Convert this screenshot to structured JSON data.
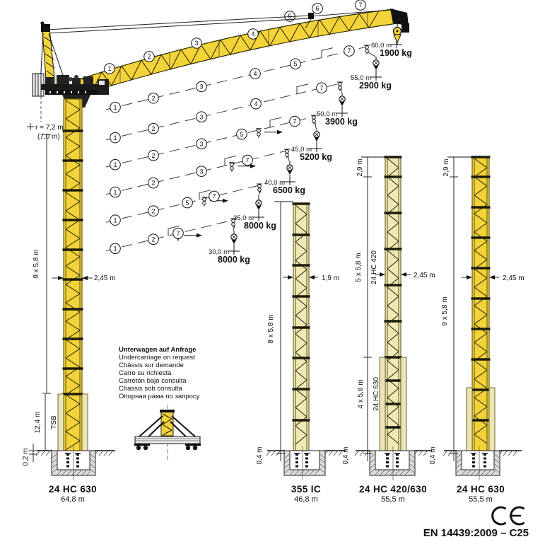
{
  "crane": {
    "radius_label": "r = 7,2 m",
    "radius_alt_label": "(7,0 m)"
  },
  "jib_sections": [
    "1",
    "2",
    "3",
    "4",
    "5",
    "6",
    "7"
  ],
  "radii": [
    {
      "radius": "60,0 m",
      "capacity": "1900 kg"
    },
    {
      "radius": "55,0 m",
      "capacity": "2900 kg"
    },
    {
      "radius": "50,0 m",
      "capacity": "3900 kg"
    },
    {
      "radius": "45,0 m",
      "capacity": "5200 kg"
    },
    {
      "radius": "40,0 m",
      "capacity": "6500 kg"
    },
    {
      "radius": "35,0 m",
      "capacity": "8000 kg"
    },
    {
      "radius": "30,0 m",
      "capacity": "8000 kg"
    }
  ],
  "towers": [
    {
      "name": "24 HC 630",
      "total_height": "64,8 m",
      "sections": "9 x 5,8 m",
      "width": "2,45 m",
      "base": "TSB",
      "base_height": "12,4 m",
      "foundation": "0,2 m"
    },
    {
      "name": "355 IC",
      "total_height": "46,8 m",
      "sections": "8 x 5,8 m",
      "width": "1,9 m",
      "foundation": "0,4 m"
    },
    {
      "name": "24 HC 420/630",
      "total_height": "55,5 m",
      "top_height": "2,9 m",
      "upper_sections": "5 x 5,8 m",
      "upper_type": "24 HC 420",
      "lower_sections": "4 x 5,8 m",
      "lower_type": "24 HC 630",
      "width": "2,45 m",
      "foundation": "0,4 m"
    },
    {
      "name": "24 HC 630",
      "total_height": "55,5 m",
      "top_height": "2,9 m",
      "sections": "9 x 5,8 m",
      "width": "2,45 m",
      "foundation": "0,4 m"
    }
  ],
  "undercarriage_note": {
    "title": "Unterwagen auf Anfrage",
    "lines": [
      "Undercarriage on request",
      "Châssis sur demande",
      "Carro su richiesta",
      "Carretón bajo consulta",
      "Chassis sob consulta",
      "Опорная рама по запросу"
    ]
  },
  "certification": {
    "ce_mark": "CE",
    "standard": "EN 14439:2009 – C25"
  },
  "colors": {
    "jib_yellow": "#f4d339",
    "pale_yellow": "#f1e9b4",
    "detail_black": "#111111"
  }
}
